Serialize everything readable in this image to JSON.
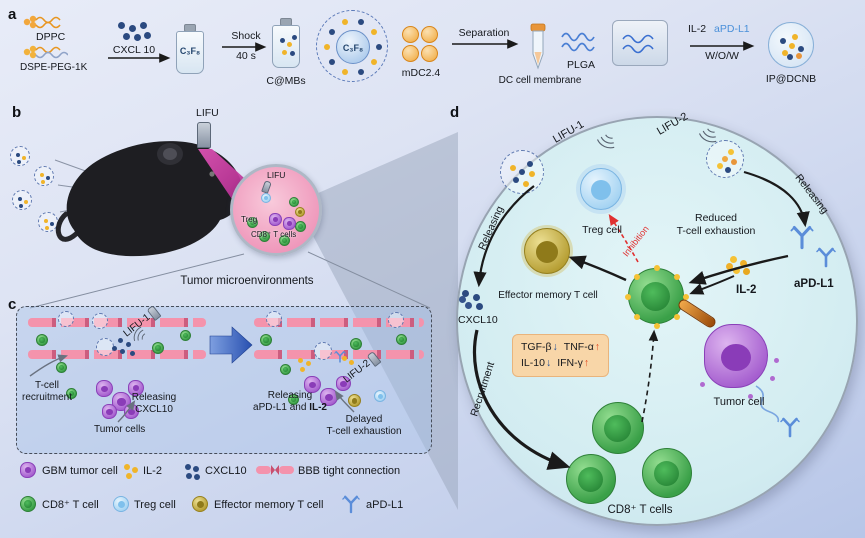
{
  "panel_a": {
    "label": "a",
    "dppc": "DPPC",
    "dspe_peg": "DSPE-PEG-1K",
    "cxcl10": "CXCL 10",
    "c3f8_vial": "C₃F₈",
    "shock": "Shock",
    "shock_time": "40 s",
    "cmbs": "C@MBs",
    "c3f8_bubble": "C₃F₈",
    "mdc24": "mDC2.4",
    "separation": "Separation",
    "dc_membrane": "DC cell membrane",
    "plga": "PLGA",
    "il2": "IL-2",
    "apdl1": "aPD-L1",
    "wow": "W/O/W",
    "product": "IP@DCNB"
  },
  "panel_b": {
    "label": "b",
    "lifu_probe": "LIFU",
    "lifu_inner": "LIFU",
    "treg": "Treg",
    "cd8_cells": "CD8⁺ T cells",
    "caption": "Tumor microenvironments"
  },
  "panel_c": {
    "label": "c",
    "lifu1": "LIFU-1",
    "lifu2": "LIFU-2",
    "recruit_line1": "T-cell",
    "recruit_line2": "recruitment",
    "rel1_line1": "Releasing",
    "rel1_line2": "CXCL10",
    "tumor_cells": "Tumor cells",
    "rel2_line1": "Releasing",
    "rel2_line2a": "aPD-L1 and ",
    "rel2_line2b": "IL-2",
    "delayed_line1": "Delayed",
    "delayed_line2": "T-cell exhaustion"
  },
  "panel_d": {
    "label": "d",
    "lifu1": "LIFU-1",
    "lifu2": "LIFU-2",
    "releasing_left": "Releasing",
    "releasing_right": "Releasing",
    "treg_cell": "Treg cell",
    "inhibition": "Inhibition",
    "reduced_line1": "Reduced",
    "reduced_line2": "T-cell exhaustion",
    "apdl1": "aPD-L1",
    "il2": "IL-2",
    "effector": "Effector memory T cell",
    "cxcl10": "CXCL10",
    "cyto_tgfb": "TGF-β",
    "cyto_down1": "↓",
    "cyto_tnfa": "TNF-α",
    "cyto_up1": "↑",
    "cyto_il10": "IL-10",
    "cyto_down2": "↓",
    "cyto_ifng": "IFN-γ",
    "cyto_up2": "↑",
    "tumor_cell": "Tumor cell",
    "recruitment": "Recruitment",
    "cd8_cells": "CD8⁺ T cells"
  },
  "legend": {
    "gbm": "GBM tumor cell",
    "il2": "IL-2",
    "cxcl10": "CXCL10",
    "bbb": "BBB tight connection",
    "cd8": "CD8⁺ T cell",
    "treg": "Treg cell",
    "effector": "Effector memory T cell",
    "apdl1": "aPD-L1"
  }
}
